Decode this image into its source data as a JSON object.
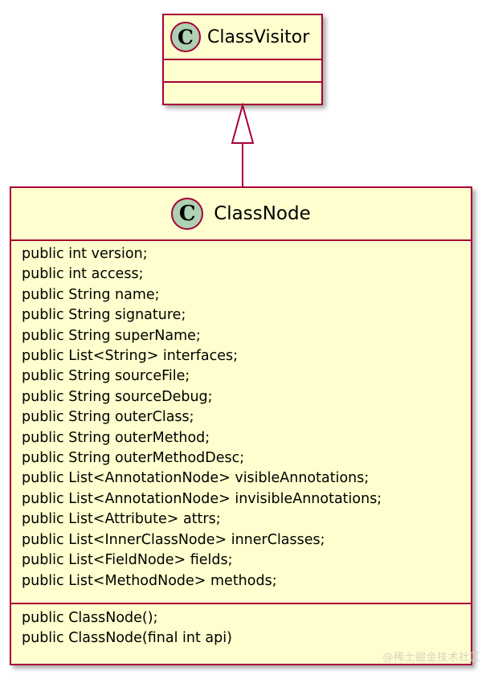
{
  "diagram": {
    "type": "uml-class-diagram",
    "background_color": "#FFFFFF",
    "border_color": "#A80036",
    "box_fill_color": "#FEFECE",
    "icon_fill_color": "#ADD1B2",
    "relationship": "generalization"
  },
  "class_visitor": {
    "stereotype_icon": "C",
    "name": "ClassVisitor",
    "fields": [],
    "methods": []
  },
  "class_node": {
    "stereotype_icon": "C",
    "name": "ClassNode",
    "fields": [
      "public int version;",
      "public int access;",
      "public String name;",
      "public String signature;",
      "public String superName;",
      "public List<String> interfaces;",
      "public String sourceFile;",
      "public String sourceDebug;",
      "public String outerClass;",
      "public String outerMethod;",
      "public String outerMethodDesc;",
      "public List<AnnotationNode> visibleAnnotations;",
      "public List<AnnotationNode> invisibleAnnotations;",
      "public List<Attribute> attrs;",
      "public List<InnerClassNode> innerClasses;",
      "public List<FieldNode> fields;",
      "public List<MethodNode> methods;"
    ],
    "methods": [
      "public ClassNode();",
      "public ClassNode(final int api)"
    ]
  },
  "watermark": {
    "text": "@稀土掘金技术社区"
  }
}
